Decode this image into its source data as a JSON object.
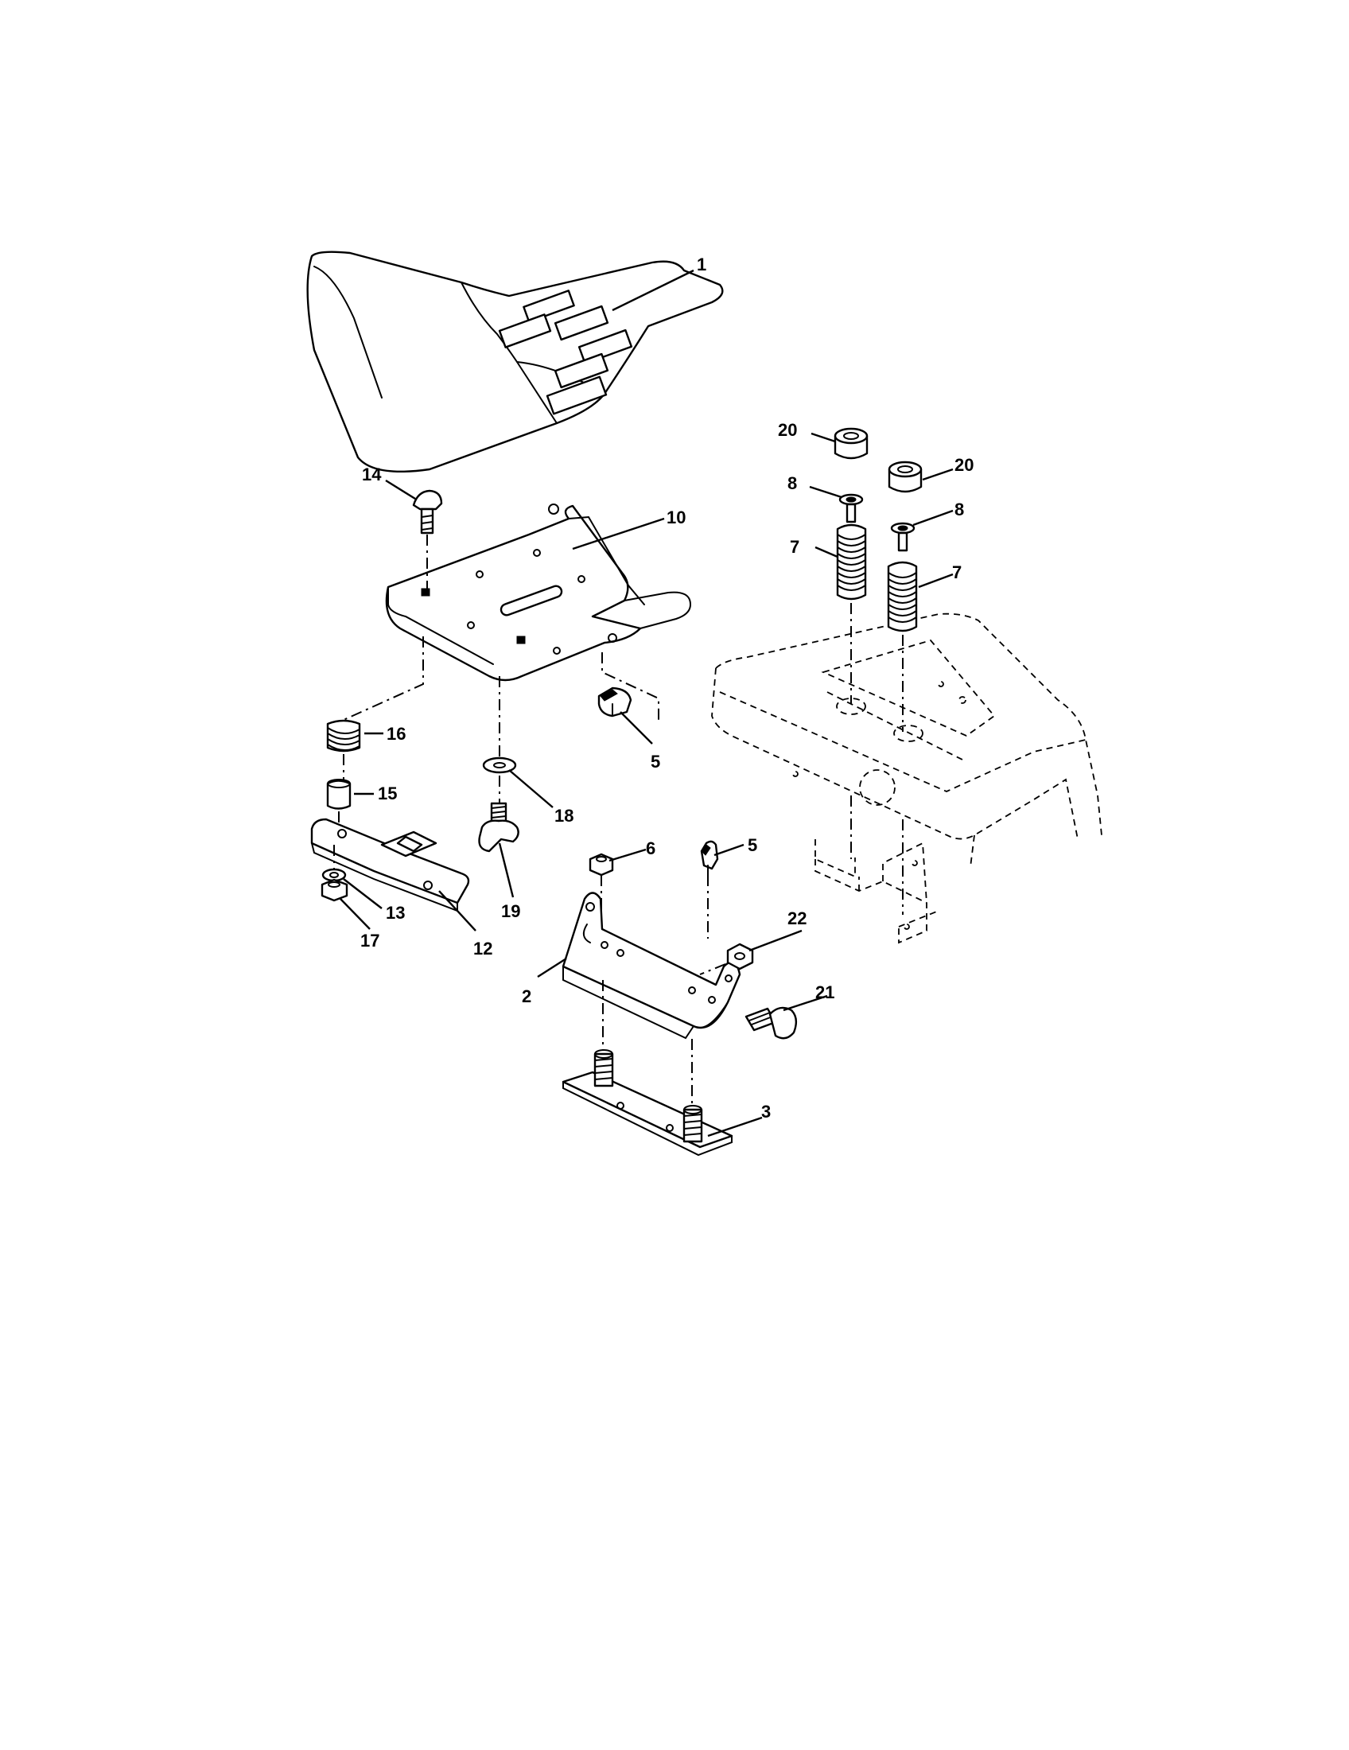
{
  "callouts": {
    "c1": "1",
    "c2": "2",
    "c3": "3",
    "c5a": "5",
    "c5b": "5",
    "c6": "6",
    "c7a": "7",
    "c7b": "7",
    "c8a": "8",
    "c8b": "8",
    "c10": "10",
    "c12": "12",
    "c13": "13",
    "c14": "14",
    "c15": "15",
    "c16": "16",
    "c17": "17",
    "c18": "18",
    "c19": "19",
    "c20a": "20",
    "c20b": "20",
    "c21": "21",
    "c22": "22"
  }
}
